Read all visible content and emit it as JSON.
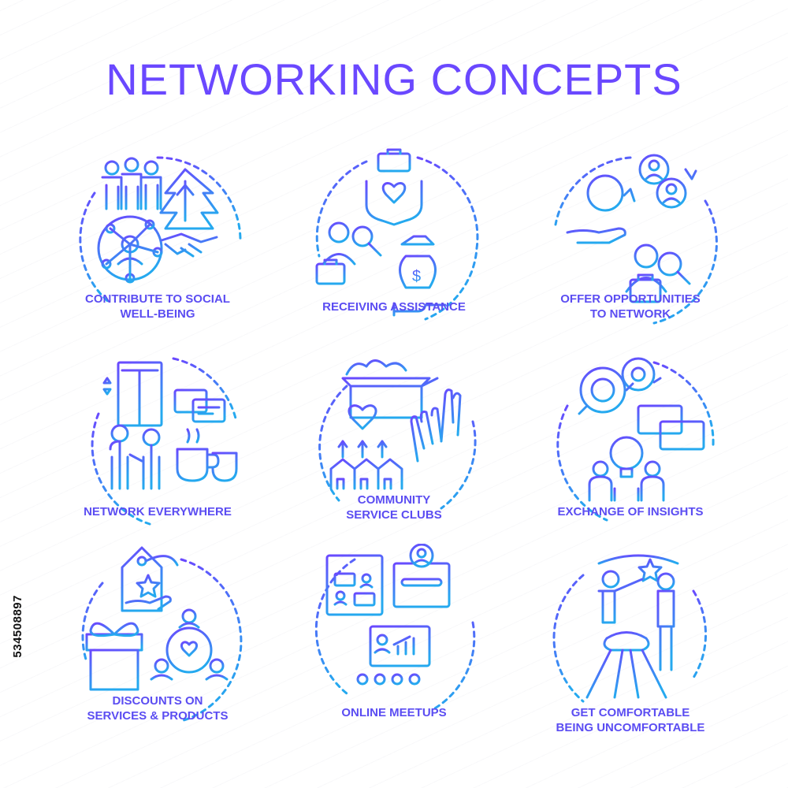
{
  "title": "NETWORKING CONCEPTS",
  "stock_id": "534508897",
  "colors": {
    "gradient_start": "#6a48ff",
    "gradient_end": "#25a9ef",
    "label": "#5b4df2"
  },
  "concepts": [
    {
      "line1": "CONTRIBUTE TO SOCIAL",
      "line2": "WELL-BEING",
      "icon": "team-handshake-icon"
    },
    {
      "line1": "RECEIVING ASSISTANCE",
      "line2": "",
      "icon": "helping-hands-icon"
    },
    {
      "line1": "OFFER OPPORTUNITIES",
      "line2": "TO NETWORK",
      "icon": "info-network-icon"
    },
    {
      "line1": "NETWORK EVERYWHERE",
      "line2": "",
      "icon": "elevator-chat-icon"
    },
    {
      "line1": "COMMUNITY",
      "line2": "SERVICE CLUBS",
      "icon": "donation-box-icon"
    },
    {
      "line1": "EXCHANGE OF INSIGHTS",
      "line2": "",
      "icon": "idea-exchange-icon"
    },
    {
      "line1": "DISCOUNTS ON",
      "line2": "SERVICES & PRODUCTS",
      "icon": "gift-tag-icon"
    },
    {
      "line1": "ONLINE MEETUPS",
      "line2": "",
      "icon": "online-meetup-icon"
    },
    {
      "line1": "GET COMFORTABLE",
      "line2": "BEING UNCOMFORTABLE",
      "icon": "climbing-star-icon"
    }
  ]
}
